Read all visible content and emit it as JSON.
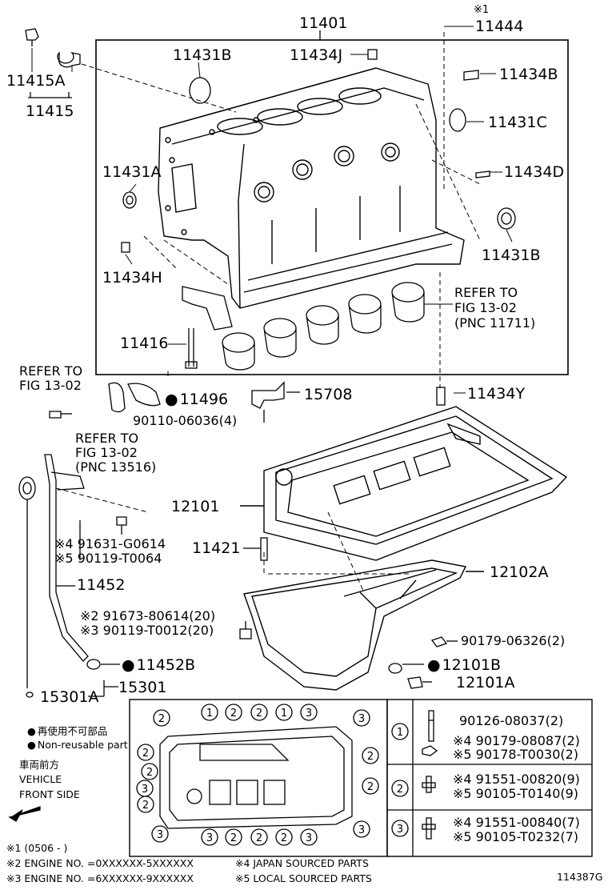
{
  "parts": {
    "p11401": "11401",
    "p11444": "11444",
    "p11444_mark": "※1",
    "p11431B_top": "11431B",
    "p11434J": "11434J",
    "p11434B": "11434B",
    "p11431C": "11431C",
    "p11431A": "11431A",
    "p11434D": "11434D",
    "p11431B_right": "11431B",
    "p11434H": "11434H",
    "p11416": "11416",
    "p11415A": "11415A",
    "p11415": "11415",
    "p11496": "11496",
    "p15708": "15708",
    "p11434Y": "11434Y",
    "bolt_90110": "90110-06036(4)",
    "p12101": "12101",
    "p11421": "11421",
    "p12102A": "12102A",
    "p11452": "11452",
    "p11452B": "11452B",
    "p15301A": "15301A",
    "p15301": "15301",
    "p90179_06326": "90179-06326(2)",
    "p12101B": "12101B",
    "p12101A": "12101A",
    "j4_91631": "※4 91631-G0614",
    "j5_90119": "※5 90119-T0064",
    "e2_91673": "※2 91673-80614(20)",
    "e3_90119": "※3 90119-T0012(20)"
  },
  "refs": {
    "block_line1": "REFER TO",
    "block_line2": "FIG 13-02",
    "block_line3": "(PNC 11711)",
    "left_line1": "REFER TO",
    "left_line2": "FIG 13-02",
    "mid_line1": "REFER TO",
    "mid_line2": "FIG 13-02",
    "mid_line3": "(PNC 13516)"
  },
  "legend": {
    "nonreuse_jp": "再使用不可部品",
    "nonreuse_en": "Non-reusable part",
    "front_jp": "車両前方",
    "front_en1": "VEHICLE",
    "front_en2": "FRONT SIDE"
  },
  "bolt_table": {
    "r1_a": "90126-08037(2)",
    "r1_b": "※4 90179-08087(2)",
    "r1_c": "※5 90178-T0030(2)",
    "r2_a": "※4 91551-00820(9)",
    "r2_b": "※5 90105-T0140(9)",
    "r3_a": "※4 91551-00840(7)",
    "r3_b": "※5 90105-T0232(7)"
  },
  "callouts": {
    "top": [
      "2",
      "1",
      "2",
      "2",
      "1",
      "3",
      "3"
    ],
    "left": [
      "2",
      "2",
      "3",
      "2"
    ],
    "right": [
      "2",
      "2"
    ],
    "bottom": [
      "3",
      "3",
      "2",
      "2",
      "2",
      "3",
      "3"
    ],
    "table": [
      "1",
      "2",
      "3"
    ]
  },
  "footnotes": {
    "n1": "※1 (0506 -        )",
    "n2": "※2 ENGINE NO. =0XXXXXX-5XXXXXX",
    "n3": "※3 ENGINE NO. =6XXXXXX-9XXXXXX",
    "n4": "※4 JAPAN SOURCED PARTS",
    "n5": "※5 LOCAL SOURCED PARTS",
    "figure_id": "114387G"
  }
}
